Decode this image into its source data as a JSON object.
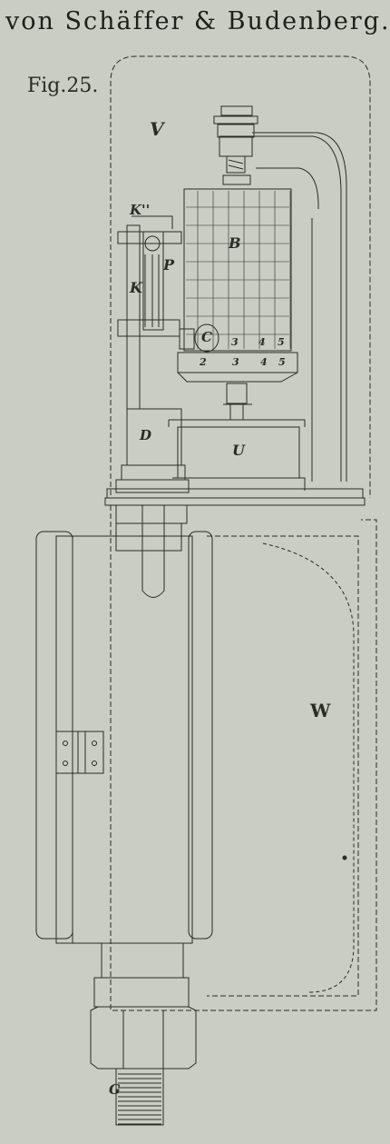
{
  "header": {
    "title": "von Schäffer & Budenberg."
  },
  "figure": {
    "label": "Fig.25.",
    "parts": {
      "V": "V",
      "B": "B",
      "K2": "K''",
      "P": "P",
      "K": "K",
      "C": "C",
      "D": "D",
      "U": "U",
      "W": "W",
      "G": "G"
    },
    "scale_top": [
      "3",
      "4",
      "5"
    ],
    "scale_bottom": [
      "2",
      "3",
      "4",
      "5"
    ]
  },
  "colors": {
    "paper": "#c9cdc3",
    "ink": "#2a2b27"
  }
}
